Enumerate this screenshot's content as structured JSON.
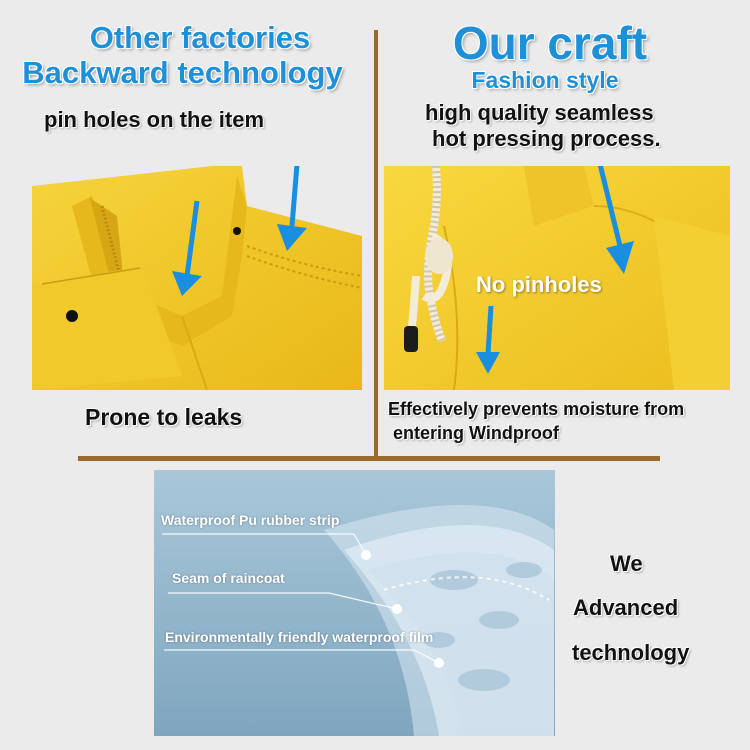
{
  "left": {
    "title_line1": "Other factories",
    "title_line2": "Backward technology",
    "caption_top": "pin holes on the item",
    "caption_bottom": "Prone to leaks"
  },
  "right": {
    "title": "Our craft",
    "subtitle": "Fashion style",
    "caption_top_line1": "high quality seamless",
    "caption_top_line2": "hot pressing process.",
    "overlay_label": "No pinholes",
    "caption_bottom_line1": "Effectively prevents moisture from",
    "caption_bottom_line2": "entering Windproof"
  },
  "diagram": {
    "label1": "Waterproof Pu rubber strip",
    "label2": "Seam of raincoat",
    "label3": "Environmentally friendly waterproof film"
  },
  "side_text": {
    "line1": "We",
    "line2": "Advanced",
    "line3": "technology"
  },
  "colors": {
    "title_blue": "#1e90d8",
    "arrow_blue": "#1a8fe0",
    "jacket_yellow": "#f3cd2a",
    "divider_brown": "#9a6a2a",
    "diagram_bg": "#8fb3c9"
  }
}
